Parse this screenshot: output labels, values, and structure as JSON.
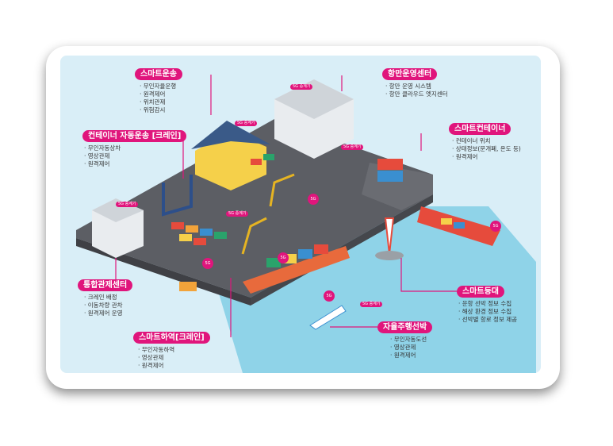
{
  "sections": [
    {
      "id": "smart-transport",
      "label": "스마트운송",
      "items": [
        "무인자율운행",
        "원격제어",
        "위치관제",
        "위험감시"
      ]
    },
    {
      "id": "port-operation-center",
      "label": "항만운영센터",
      "items": [
        "항만 운영 시스템",
        "항만 클라우드 엣지센터"
      ]
    },
    {
      "id": "container-auto-transport",
      "label": "컨테이너 자동운송 [크레인]",
      "items": [
        "무인자동상차",
        "영상관제",
        "원격제어"
      ]
    },
    {
      "id": "smart-container",
      "label": "스마트컨테이너",
      "items": [
        "컨테이너 위치",
        "상태정보(문개폐, 온도 등)",
        "원격제어"
      ]
    },
    {
      "id": "integrated-control-center",
      "label": "통합관제센터",
      "items": [
        "크레인 배정",
        "이동차량 관차",
        "원격제어 운영"
      ]
    },
    {
      "id": "smart-lighthouse",
      "label": "스마트등대",
      "items": [
        "운항 선박 정보 수집",
        "해상 환경 정보 수집",
        "선박별 항로 정보 제공"
      ]
    },
    {
      "id": "autonomous-ship",
      "label": "자율주행선박",
      "items": [
        "무인자동도선",
        "영상관제",
        "원격제어"
      ]
    },
    {
      "id": "smart-unloading",
      "label": "스마트하역[크레인]",
      "items": [
        "무인자동하역",
        "영상관제",
        "원격제어"
      ]
    }
  ],
  "tags": {
    "repeater": "5G 중계기",
    "base": "5G"
  },
  "colors": {
    "accent": "#e0157c",
    "sea": "#8fd3e8",
    "ground": "#606268"
  }
}
